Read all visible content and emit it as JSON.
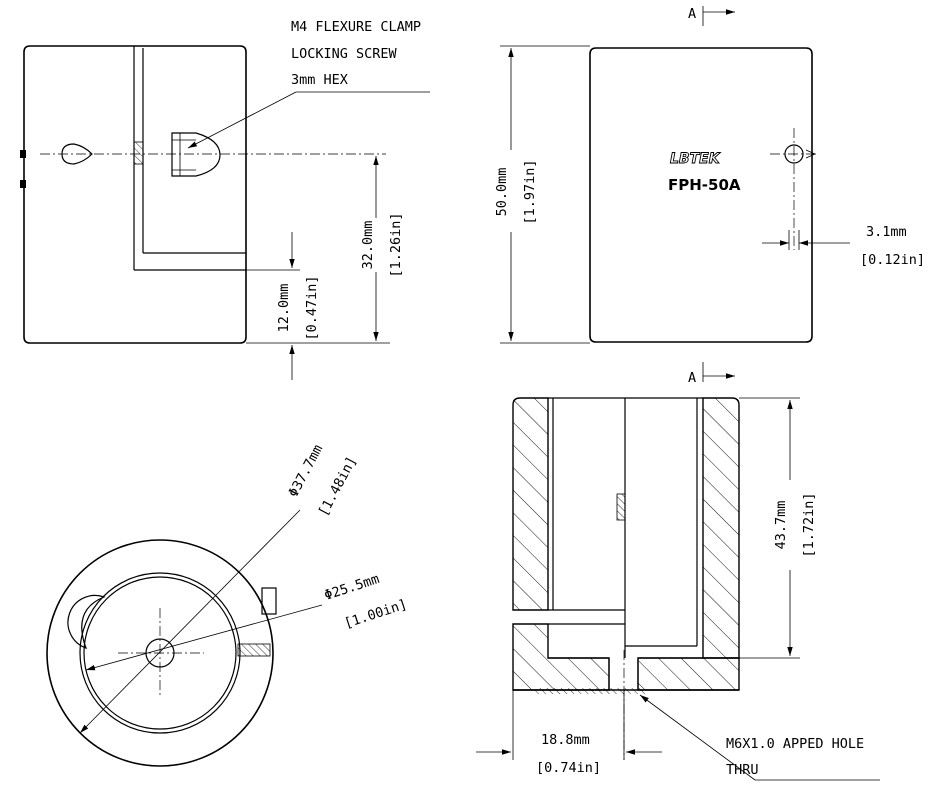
{
  "notes": {
    "screw_line1": "M4 FLEXURE CLAMP",
    "screw_line2": "LOCKING SCREW",
    "screw_line3": "3mm HEX",
    "tap_line1": "M6X1.0 APPED HOLE",
    "tap_line2": "THRU"
  },
  "brand": {
    "logo": "LBTEK",
    "model": "FPH-50A"
  },
  "section": {
    "label_top": "A",
    "label_bottom": "A"
  },
  "dimensions": {
    "d32_mm": "32.0mm",
    "d32_in": "[1.26in]",
    "d12_mm": "12.0mm",
    "d12_in": "[0.47in]",
    "d50_mm": "50.0mm",
    "d50_in": "[1.97in]",
    "d3_mm": "3.1mm",
    "d3_in": "[0.12in]",
    "dia37_mm": "37.7mm",
    "dia37_in": "[1.48in]",
    "dia25_mm": "25.5mm",
    "dia25_in": "[1.00in]",
    "d43_mm": "43.7mm",
    "d43_in": "[1.72in]",
    "d18_mm": "18.8mm",
    "d18_in": "[0.74in]"
  },
  "diameter_symbol": "Φ"
}
